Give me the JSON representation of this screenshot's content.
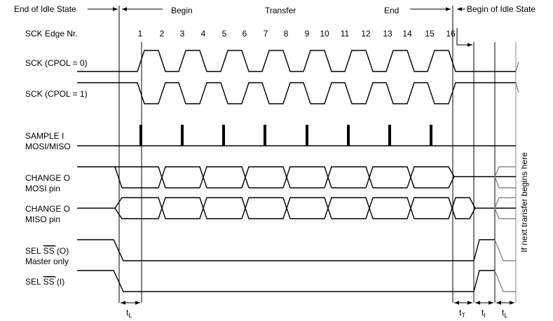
{
  "header": {
    "end_idle": "End of Idle State",
    "begin": "Begin",
    "transfer": "Transfer",
    "end": "End",
    "begin_idle": "Begin of Idle State"
  },
  "edge_label": "SCK Edge Nr.",
  "edges": [
    "1",
    "2",
    "3",
    "4",
    "5",
    "6",
    "7",
    "8",
    "9",
    "10",
    "11",
    "12",
    "13",
    "14",
    "15",
    "16"
  ],
  "signals": {
    "sck0": "SCK (CPOL = 0)",
    "sck1": "SCK (CPOL = 1)",
    "sample_l1": "SAMPLE I",
    "sample_l2": "MOSI/MISO",
    "change_mosi_l1": "CHANGE O",
    "change_mosi_l2": "MOSI pin",
    "change_miso_l1": "CHANGE O",
    "change_miso_l2": "MISO pin",
    "sel_o_prefix": "SEL ",
    "sel_o_ss": "SS",
    "sel_o_suffix": " (O)",
    "sel_o_l2": "Master only",
    "sel_i_prefix": "SEL ",
    "sel_i_ss": "SS",
    "sel_i_suffix": " (I)"
  },
  "side_note": "If next transfer begins here",
  "timings": {
    "tl_main": "t",
    "tl_sub": "L",
    "tt_main": "t",
    "tt_sub": "T",
    "ti_main": "t",
    "ti_sub": "I",
    "tl2_main": "t",
    "tl2_sub": "L"
  }
}
